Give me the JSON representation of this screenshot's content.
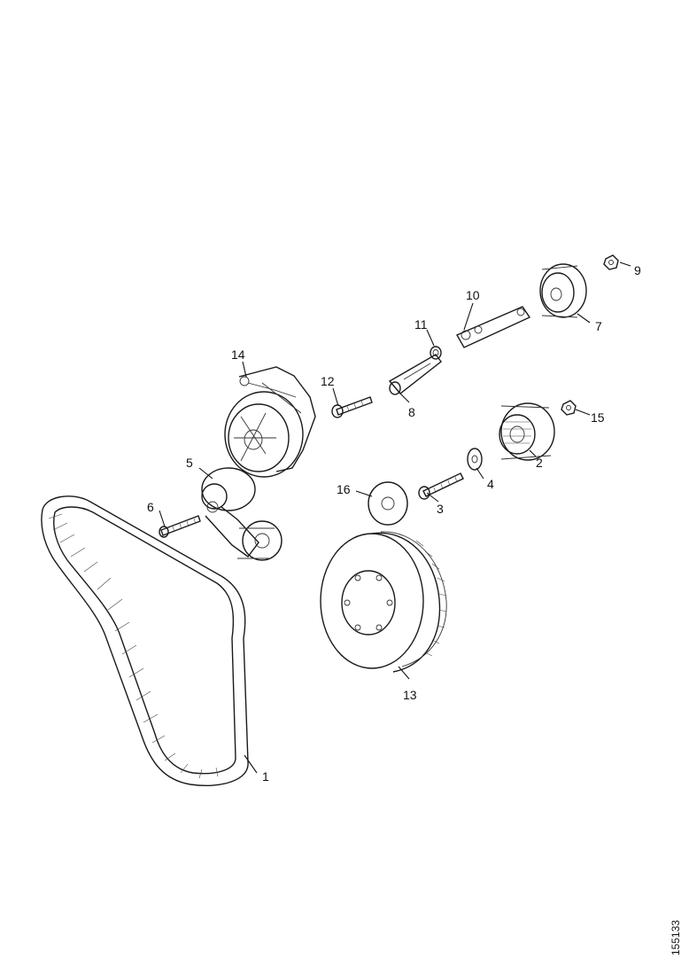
{
  "diagram": {
    "callouts": [
      {
        "id": "c1",
        "label": "1",
        "part": "drive belt"
      },
      {
        "id": "c2",
        "label": "2",
        "part": "idler pulley"
      },
      {
        "id": "c3",
        "label": "3",
        "part": "bolt"
      },
      {
        "id": "c4",
        "label": "4",
        "part": "washer"
      },
      {
        "id": "c5",
        "label": "5",
        "part": "belt tensioner"
      },
      {
        "id": "c6",
        "label": "6",
        "part": "bolt"
      },
      {
        "id": "c7",
        "label": "7",
        "part": "idler pulley"
      },
      {
        "id": "c8",
        "label": "8",
        "part": "bracket"
      },
      {
        "id": "c9",
        "label": "9",
        "part": "nut"
      },
      {
        "id": "c10",
        "label": "10",
        "part": "bracket"
      },
      {
        "id": "c11",
        "label": "11",
        "part": "bushing"
      },
      {
        "id": "c12",
        "label": "12",
        "part": "bolt"
      },
      {
        "id": "c13",
        "label": "13",
        "part": "crankshaft pulley"
      },
      {
        "id": "c14",
        "label": "14",
        "part": "water pump pulley"
      },
      {
        "id": "c15",
        "label": "15",
        "part": "nut"
      },
      {
        "id": "c16",
        "label": "16",
        "part": "cover plate"
      }
    ],
    "reference_code": "155133"
  }
}
